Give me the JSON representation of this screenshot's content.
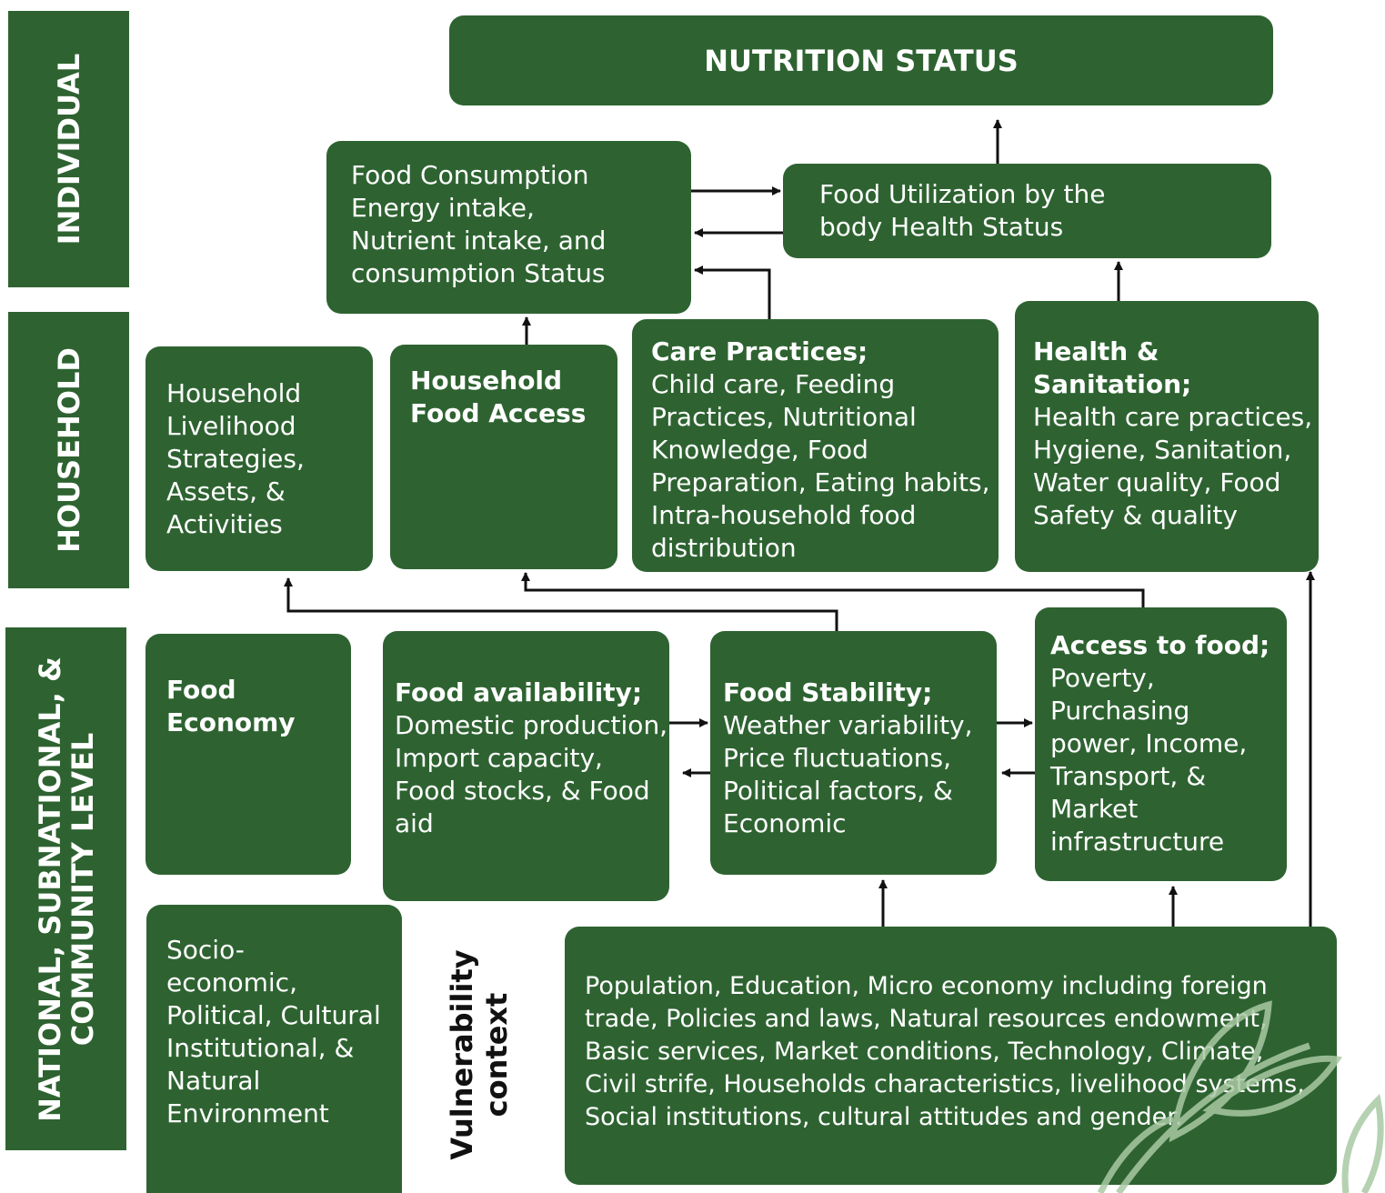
{
  "levels": {
    "individual": "INDIVIDUAL",
    "household": "HOUSEHOLD",
    "national": [
      "NATIONAL, SUBNATIONAL, &",
      "COMMUNITY LEVEL"
    ]
  },
  "nutrition_status": "NUTRITION STATUS",
  "food_consumption": [
    "Food Consumption",
    "Energy intake,",
    "Nutrient intake, and",
    "consumption Status"
  ],
  "food_utilization": [
    "Food Utilization by the",
    "body Health Status"
  ],
  "household_livelihood": [
    "Household",
    "Livelihood",
    "Strategies,",
    "Assets, &",
    "Activities"
  ],
  "household_food_access": [
    "Household",
    "Food Access"
  ],
  "care_practices": {
    "title": "Care Practices;",
    "lines": [
      "Child care, Feeding",
      "Practices, Nutritional",
      "Knowledge, Food",
      "Preparation, Eating habits,",
      "Intra-household food",
      "distribution"
    ]
  },
  "health_sanitation": {
    "title": "Health & Sanitation;",
    "lines": [
      "Health care practices,",
      "Hygiene, Sanitation,",
      "Water quality, Food",
      "Safety & quality"
    ]
  },
  "food_economy": [
    "Food",
    "Economy"
  ],
  "food_availability": {
    "title": "Food availability;",
    "lines": [
      "Domestic production,",
      "Import capacity,",
      "Food stocks, & Food",
      "aid"
    ]
  },
  "food_stability": {
    "title": "Food Stability;",
    "lines": [
      "Weather variability,",
      "Price fluctuations,",
      "Political factors, &",
      "Economic"
    ]
  },
  "access_to_food": {
    "title": "Access to food;",
    "lines": [
      "Poverty,",
      "Purchasing",
      "power, Income,",
      "Transport, &",
      "Market",
      "infrastructure"
    ]
  },
  "socio_economic": [
    "Socio-",
    "economic,",
    "Political, Cultural",
    "Institutional, &",
    "Natural",
    "Environment"
  ],
  "vulnerability_context": [
    "Vulnerability",
    "context"
  ],
  "population_box": [
    "Population, Education, Micro economy including foreign",
    "trade, Policies and laws, Natural resources endowment,",
    "Basic services, Market conditions, Technology, Climate,",
    "Civil strife, Households characteristics, livelihood systems,",
    "Social institutions, cultural attitudes and gender."
  ],
  "colors": {
    "box": "#2e6331",
    "text": "#ffffff",
    "arrow": "#111111",
    "leaf_watermark": "#a9c9a4"
  }
}
